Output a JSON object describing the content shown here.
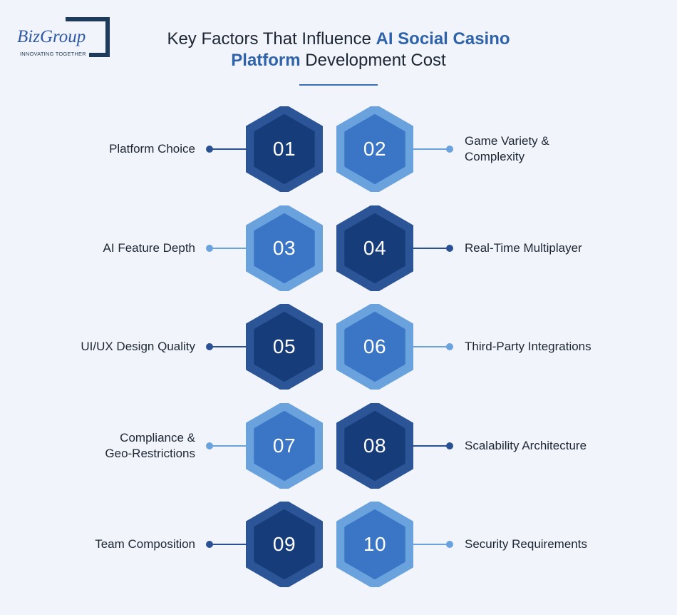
{
  "logo": {
    "name": "BizGroup",
    "tagline": "INNOVATING TOGETHER"
  },
  "title": {
    "part1": "Key Factors That Influence ",
    "highlight1": "AI Social Casino",
    "highlight2": "Platform",
    "part2": " Development Cost"
  },
  "colors": {
    "dark_outer": "#2b5597",
    "dark_inner": "#173c7a",
    "light_outer": "#6aa2de",
    "light_inner": "#3b76c6",
    "dark_line": "#2a5193",
    "light_line": "#6aa2de"
  },
  "factors": [
    {
      "num": "01",
      "label": "Platform Choice",
      "side": "left",
      "tone": "dark"
    },
    {
      "num": "02",
      "label": "Game Variety & Complexity",
      "side": "right",
      "tone": "light"
    },
    {
      "num": "03",
      "label": "AI Feature Depth",
      "side": "left",
      "tone": "light"
    },
    {
      "num": "04",
      "label": "Real-Time Multiplayer",
      "side": "right",
      "tone": "dark"
    },
    {
      "num": "05",
      "label": "UI/UX Design Quality",
      "side": "left",
      "tone": "dark"
    },
    {
      "num": "06",
      "label": "Third-Party Integrations",
      "side": "right",
      "tone": "light"
    },
    {
      "num": "07",
      "label": "Compliance & Geo-Restrictions",
      "side": "left",
      "tone": "light"
    },
    {
      "num": "08",
      "label": "Scalability Architecture",
      "side": "right",
      "tone": "dark"
    },
    {
      "num": "09",
      "label": "Team Composition",
      "side": "left",
      "tone": "dark"
    },
    {
      "num": "10",
      "label": "Security Requirements",
      "side": "right",
      "tone": "light"
    }
  ]
}
